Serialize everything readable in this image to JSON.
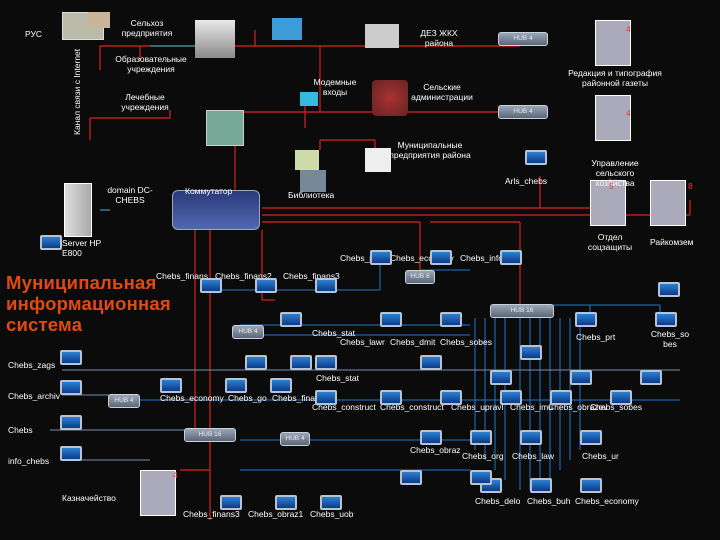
{
  "title": "Муниципальная информационная система",
  "nodes": {
    "rus": "РУС",
    "selhoz": "Сельхоз предприятия",
    "dez": "ДЕЗ ЖКХ района",
    "obraz": "Образовательные учреждения",
    "redak": "Редакция и типография районной газеты",
    "modem": "Модемные входы",
    "selskie": "Сельские администрации",
    "lechebn": "Лечебные учреждения",
    "kanal": "Канал связи с Internet",
    "municip": "Муниципальные предприятия района",
    "upravl": "Управление сельского хозяйства",
    "arls": "Arls_chebs",
    "domain": "domain DC-CHEBS",
    "kommutator": "Коммутатор",
    "biblio": "Библиотека",
    "server": "Server HP E800",
    "otdel": "Отдел соцзащиты",
    "raikom": "Райкомзем",
    "kazna": "Казначейство"
  },
  "hubs": {
    "top": "HUB 4",
    "redak": "HUB 4",
    "hub8": "HUB 8",
    "hub16": "HUB 16",
    "hub4b": "HUB 4",
    "hub4c": "HUB 4",
    "hub16b": "HUB 16",
    "hub4d": "HUB 4"
  },
  "badges": {
    "dez": "4",
    "redak": "4",
    "upravl": "5",
    "raikom": "8",
    "kazna": "4"
  },
  "workstations": {
    "finans": "Chebs_finans",
    "finans2": "Chebs_finans2",
    "finans3": "Chebs_finans3",
    "presa": "Chebs_presa",
    "economy1": "Chebs_economy",
    "info": "Chebs_info",
    "stat1": "Chebs_stat",
    "lawr": "Chebs_lawr",
    "dmit": "Chebs_dmit",
    "sobes1": "Chebs_sobes",
    "prt": "Chebs_prt",
    "sobes2": "Chebs_so bes",
    "zags": "Chebs_zags",
    "stat2": "Chebs_stat",
    "archiv": "Chebs_archiv",
    "economy2": "Chebs_economy",
    "go": "Chebs_go",
    "finans6": "Chebs_finans6",
    "construct": "Chebs_construct",
    "construct2": "Chebs_construct",
    "upravl": "Chebs_upravl",
    "imu": "Chebs_imu",
    "obrazov": "Chebs_obrazov",
    "sobes3": "Chebs_sobes",
    "chebs": "Chebs",
    "obraz": "Chebs_obraz",
    "org": "Chebs_org",
    "law": "Chebs_law",
    "ur": "Chebs_ur",
    "info_chebs": "info_chebs",
    "delo": "Chebs_delo",
    "buh": "Chebs_buh",
    "economy3": "Chebs_economy",
    "finans3b": "Chebs_finans3",
    "obraz1": "Chebs_obraz1",
    "uob": "Chebs_uob"
  }
}
